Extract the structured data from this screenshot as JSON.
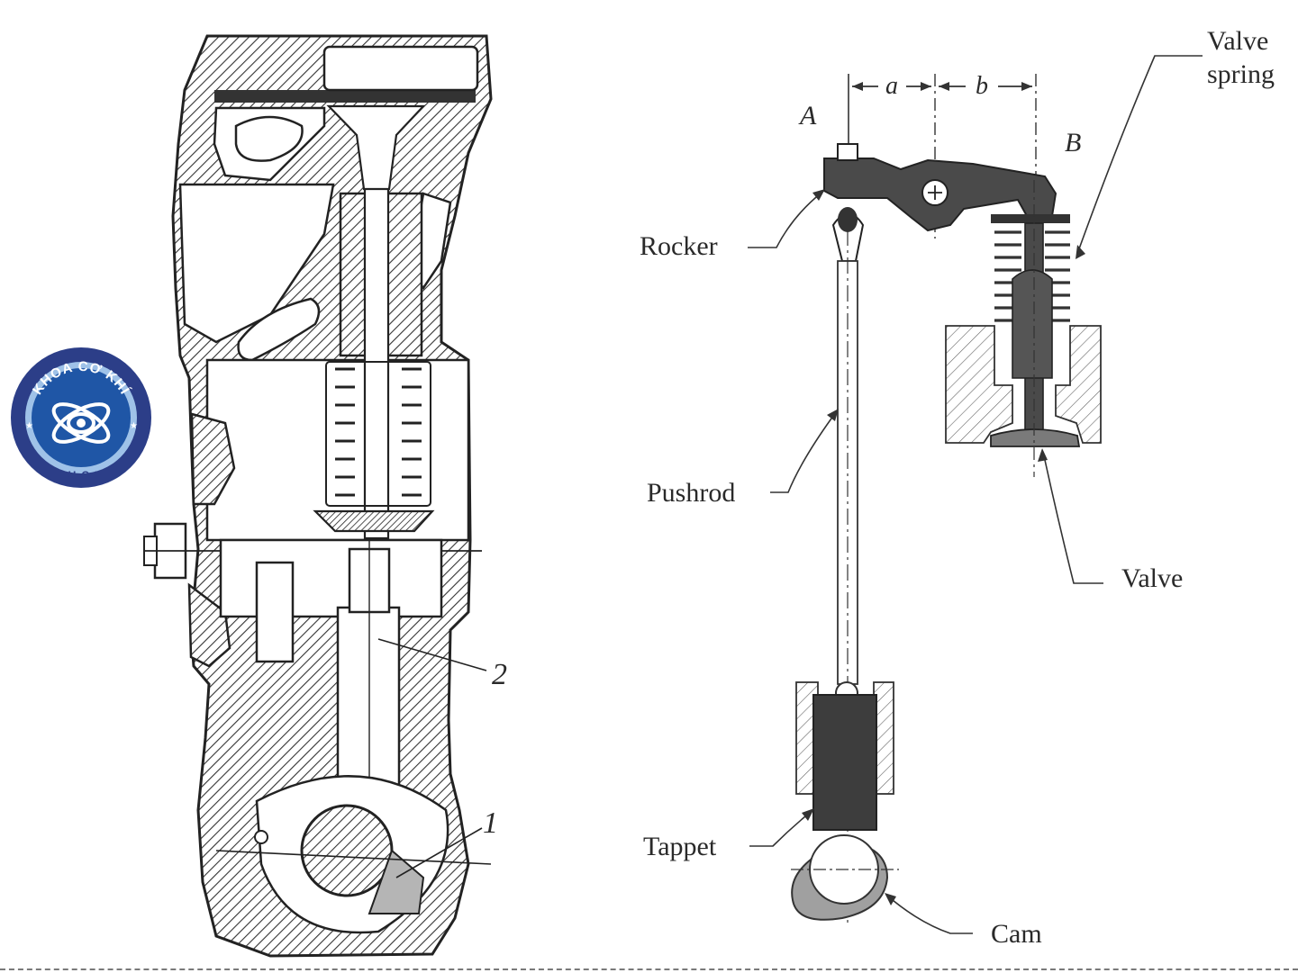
{
  "logo": {
    "arc_text": "KHOA CƠ KHÍ",
    "bottom_text": "HUCE",
    "colors": {
      "ring": "#2c3e88",
      "inner": "#1f56a6",
      "light": "#9fc2e8",
      "white": "#ffffff"
    }
  },
  "left_drawing": {
    "labels": {
      "part1": "1",
      "part2": "2"
    }
  },
  "right_drawing": {
    "labels": {
      "dim_a": "a",
      "dim_b": "b",
      "point_a": "A",
      "point_b": "B",
      "rocker": "Rocker",
      "valve_spring_line1": "Valve",
      "valve_spring_line2": "spring",
      "pushrod": "Pushrod",
      "valve": "Valve",
      "tappet": "Tappet",
      "cam": "Cam"
    },
    "colors": {
      "dark": "#3a3a3a",
      "mid": "#6b6b6b",
      "cam_fill": "#9a9a9a",
      "line": "#333333"
    }
  }
}
